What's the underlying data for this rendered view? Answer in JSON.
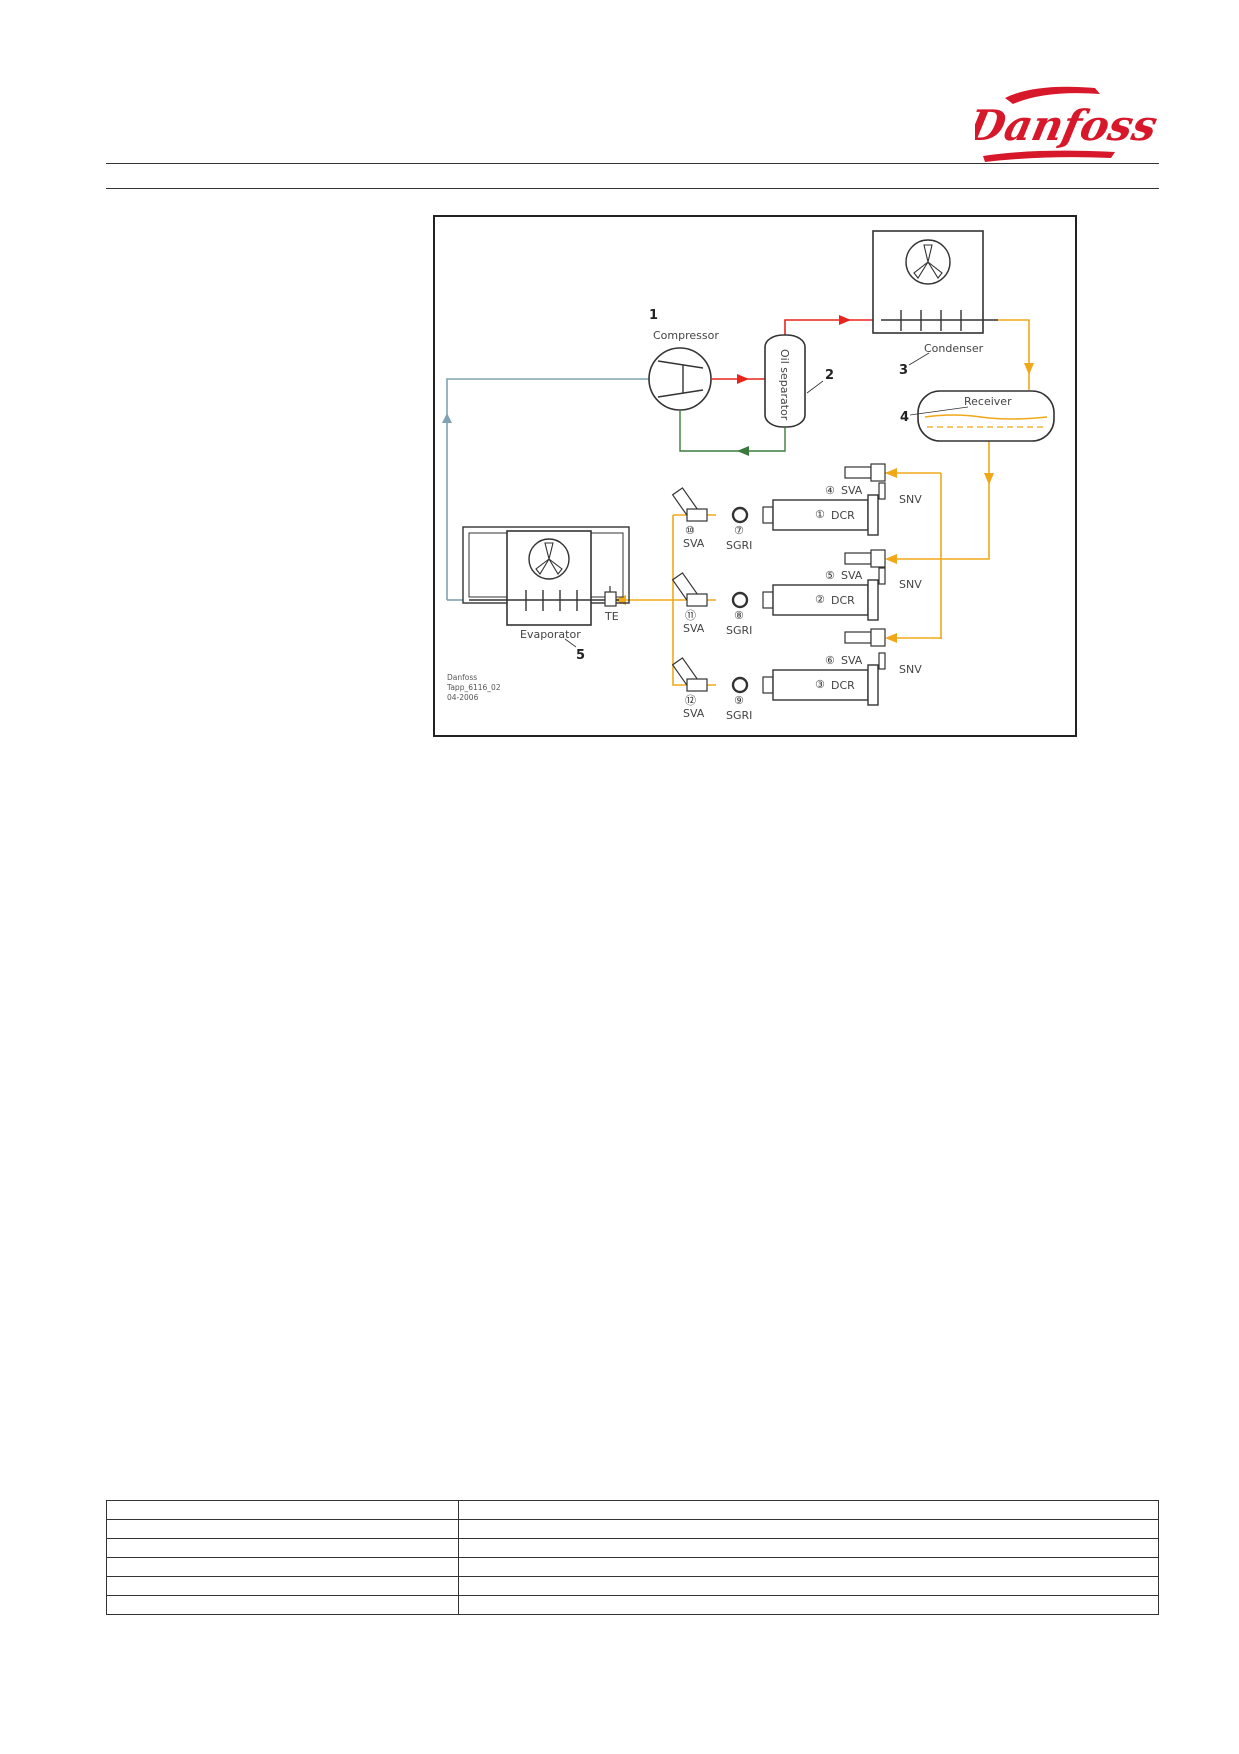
{
  "brand": {
    "name": "Danfoss",
    "color": "#d7182a"
  },
  "diagram": {
    "labels": {
      "compressor": "Compressor",
      "oil_separator": "Oil separator",
      "condenser": "Condenser",
      "receiver": "Receiver",
      "evaporator": "Evaporator",
      "te": "TE",
      "svnv": "SNV",
      "sva": "SVA",
      "sgri": "SGRI",
      "dcr": "DCR"
    },
    "numbers": {
      "n1": "1",
      "n2": "2",
      "n3": "3",
      "n4": "4",
      "n5": "5"
    },
    "rows": [
      {
        "sva_top": "④",
        "dcr": "①",
        "sgri": "⑦",
        "sva_left": "⑩"
      },
      {
        "sva_top": "⑤",
        "dcr": "②",
        "sgri": "⑧",
        "sva_left": "⑪"
      },
      {
        "sva_top": "⑥",
        "dcr": "③",
        "sgri": "⑨",
        "sva_left": "⑫"
      }
    ],
    "footnote": {
      "line1": "Danfoss",
      "line2": "Tapp_6116_02",
      "line3": "04-2006"
    },
    "line_colors": {
      "suction": "#7fa3b0",
      "discharge": "#e8241c",
      "liquid": "#f0a818",
      "oil_return": "#3c7a3c"
    }
  },
  "table": {
    "rows": 6
  }
}
